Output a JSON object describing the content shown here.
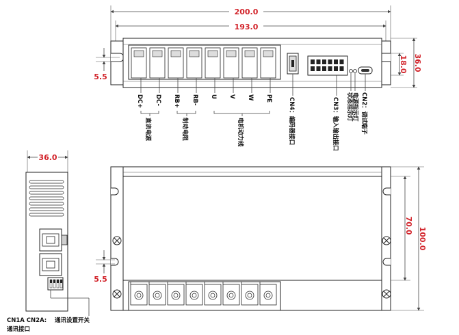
{
  "dims": {
    "top_overall": "200.0",
    "top_mount": "193.0",
    "top_height": "36.0",
    "top_slot": "18.0",
    "top_hole": "5.5",
    "side_width": "36.0",
    "front_inner": "70.0",
    "front_total": "100.0",
    "front_hole": "5.5"
  },
  "terminals": [
    "DC+",
    "DC-",
    "RB+",
    "RB-",
    "U",
    "V",
    "W",
    "PE"
  ],
  "groups": {
    "dc": "直流电源",
    "rb": "制动电阻",
    "motor": "电机动力线"
  },
  "connectors": {
    "cn4": "CN4：编码器接口",
    "cn3": "CN3：输入输出接口",
    "status": "状态指示灯",
    "power": "电源指示灯",
    "cn2": "CN2：调试端子"
  },
  "side_labels": {
    "cn1a": "CN1A CN2A:",
    "comm_port": "通讯接口",
    "switch": "通讯设置开关"
  }
}
